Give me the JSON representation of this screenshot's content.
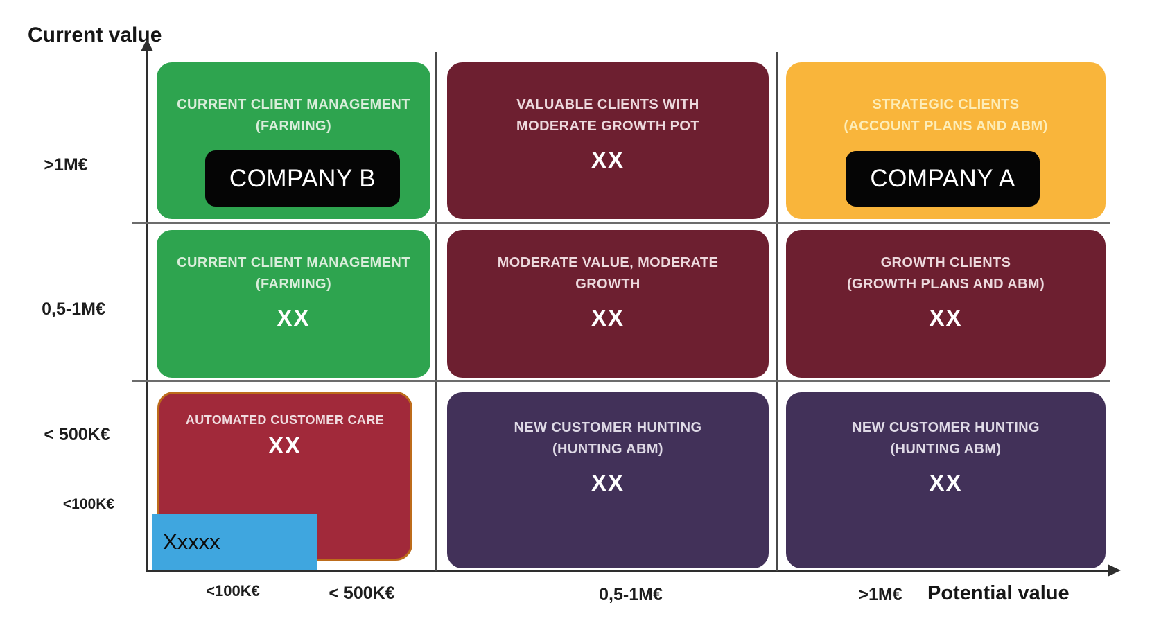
{
  "figure": {
    "type": "matrix-3x3-client-segmentation",
    "y_axis": {
      "title": "Current value",
      "ticks": [
        ">1M€",
        "0,5-1M€",
        "< 500K€",
        "<100K€"
      ]
    },
    "x_axis": {
      "title": "Potential value",
      "ticks": [
        "<100K€",
        "< 500K€",
        "0,5-1M€",
        ">1M€"
      ]
    }
  },
  "cells": [
    {
      "id": "top-left",
      "bg": "#2EA44F",
      "title_color": "#D9EDDA",
      "title": "CURRENT CLIENT MANAGEMENT\n(FARMING)",
      "count": "",
      "company": "COMPANY B"
    },
    {
      "id": "top-middle",
      "bg": "#6D1F30",
      "title_color": "#EDD9DD",
      "title": "VALUABLE CLIENTS WITH\nMODERATE GROWTH POT",
      "count": "XX",
      "company": ""
    },
    {
      "id": "top-right",
      "bg": "#F9B53B",
      "title_color": "#FDEDB7",
      "title": "STRATEGIC CLIENTS\n(ACCOUNT PLANS AND ABM)",
      "count": "",
      "company": "COMPANY A"
    },
    {
      "id": "middle-left",
      "bg": "#2EA44F",
      "title_color": "#D9EDDA",
      "title": "CURRENT CLIENT MANAGEMENT\n(FARMING)",
      "count": "XX",
      "company": ""
    },
    {
      "id": "middle-middle",
      "bg": "#6D1F30",
      "title_color": "#EDD9DD",
      "title": "MODERATE VALUE, MODERATE\nGROWTH",
      "count": "XX",
      "company": ""
    },
    {
      "id": "middle-right",
      "bg": "#6D1F30",
      "title_color": "#EDD9DD",
      "title": "GROWTH CLIENTS\n(GROWTH PLANS AND ABM)",
      "count": "XX",
      "company": ""
    },
    {
      "id": "bottom-left",
      "bg": "#A1293A",
      "border_color": "#BD6C1B",
      "title_color": "#EFDCDF",
      "title": "AUTOMATED CUSTOMER CARE",
      "count": "XX",
      "company": ""
    },
    {
      "id": "bottom-middle",
      "bg": "#423159",
      "title_color": "#DFDAE6",
      "title": "NEW CUSTOMER HUNTING\n(HUNTING ABM)",
      "count": "XX",
      "company": ""
    },
    {
      "id": "bottom-right",
      "bg": "#423159",
      "title_color": "#DFDAE6",
      "title": "NEW CUSTOMER HUNTING\n(HUNTING ABM)",
      "count": "XX",
      "company": ""
    }
  ],
  "pills": {
    "bg": "#050505",
    "text_color": "#FFFFFF"
  },
  "overlay": {
    "label": "Xxxxx",
    "bg": "#3FA6DF",
    "text_color": "#0d0d0d"
  }
}
